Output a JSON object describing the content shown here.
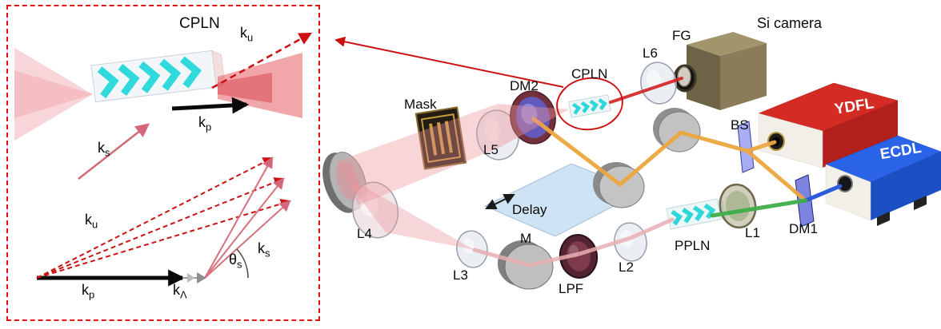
{
  "inset": {
    "crystal_label": "CPLN",
    "vectors": {
      "ku_top": {
        "base": "k",
        "sub": "u"
      },
      "kp_top": {
        "base": "k",
        "sub": "p"
      },
      "ks_top": {
        "base": "k",
        "sub": "s"
      },
      "ku_bottom": {
        "base": "k",
        "sub": "u"
      },
      "ks_bottom": {
        "base": "k",
        "sub": "s"
      },
      "theta_s": {
        "base": "θ",
        "sub": "s"
      },
      "kp_bottom": {
        "base": "k",
        "sub": "p"
      },
      "klambda_bottom": {
        "base": "k",
        "sub": "Λ"
      }
    }
  },
  "main": {
    "labels": {
      "si_camera": "Si camera",
      "fg": "FG",
      "l6": "L6",
      "cpln": "CPLN",
      "dm2": "DM2",
      "mask": "Mask",
      "l5": "L5",
      "ydfl": "YDFL",
      "ecdl": "ECDL",
      "bs": "BS",
      "delay": "Delay",
      "dm1": "DM1",
      "l1": "L1",
      "ppln": "PPLN",
      "l2": "L2",
      "lpf": "LPF",
      "m": "M",
      "l3": "L3",
      "l4": "L4"
    }
  },
  "colors": {
    "accent_red": "#cc1111",
    "beam_pump_orange": "#eda73f",
    "beam_seed_blue": "#2e5bdc",
    "beam_green": "#3fae4a",
    "beam_signal_pink": "#e8aeb4",
    "beam_upconverted_red": "#d42222",
    "crystal_cyan": "#2cd8da",
    "ydfl_red": "#d42b24",
    "ecdl_blue": "#2a63e8"
  }
}
